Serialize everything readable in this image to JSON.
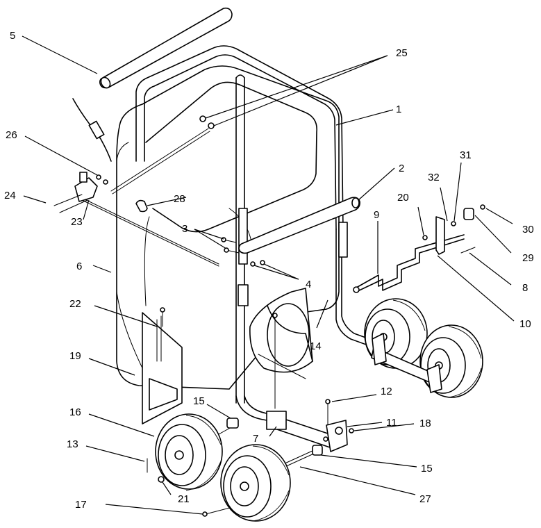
{
  "diagram": {
    "callouts": [
      {
        "key": "c1",
        "label": "1"
      },
      {
        "key": "c2",
        "label": "2"
      },
      {
        "key": "c3",
        "label": "3"
      },
      {
        "key": "c4",
        "label": "4"
      },
      {
        "key": "c5",
        "label": "5"
      },
      {
        "key": "c6",
        "label": "6"
      },
      {
        "key": "c7",
        "label": "7"
      },
      {
        "key": "c8",
        "label": "8"
      },
      {
        "key": "c9",
        "label": "9"
      },
      {
        "key": "c10",
        "label": "10"
      },
      {
        "key": "c11",
        "label": "11"
      },
      {
        "key": "c12",
        "label": "12"
      },
      {
        "key": "c13",
        "label": "13"
      },
      {
        "key": "c14",
        "label": "14"
      },
      {
        "key": "c15a",
        "label": "15"
      },
      {
        "key": "c15b",
        "label": "15"
      },
      {
        "key": "c16",
        "label": "16"
      },
      {
        "key": "c17",
        "label": "17"
      },
      {
        "key": "c18",
        "label": "18"
      },
      {
        "key": "c19",
        "label": "19"
      },
      {
        "key": "c20",
        "label": "20"
      },
      {
        "key": "c21",
        "label": "21"
      },
      {
        "key": "c22",
        "label": "22"
      },
      {
        "key": "c23",
        "label": "23"
      },
      {
        "key": "c24",
        "label": "24"
      },
      {
        "key": "c25",
        "label": "25"
      },
      {
        "key": "c26",
        "label": "26"
      },
      {
        "key": "c27",
        "label": "27"
      },
      {
        "key": "c28",
        "label": "28"
      },
      {
        "key": "c29",
        "label": "29"
      },
      {
        "key": "c30",
        "label": "30"
      },
      {
        "key": "c31",
        "label": "31"
      },
      {
        "key": "c32",
        "label": "32"
      }
    ]
  }
}
